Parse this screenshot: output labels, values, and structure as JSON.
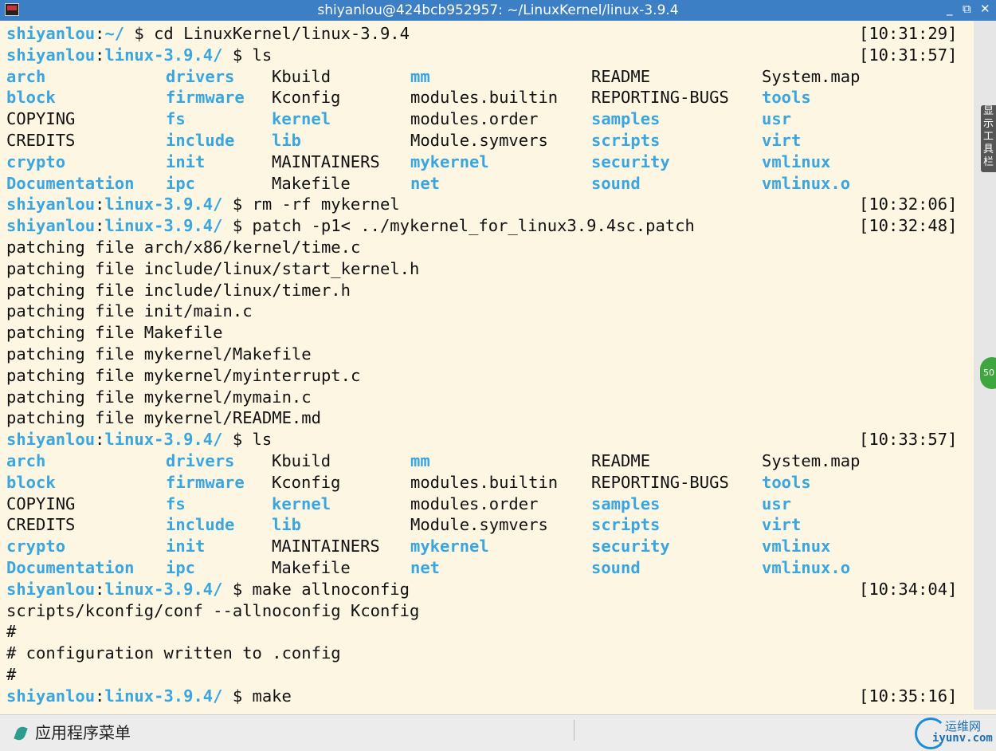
{
  "window": {
    "title": "shiyanlou@424bcb952957: ~/LinuxKernel/linux-3.9.4",
    "min_glyph": "_",
    "restore_glyph": "⧉",
    "close_glyph": "✕"
  },
  "terminal": {
    "prompt_user": "shiyanlou",
    "listing_cols": [
      [
        {
          "t": "arch",
          "d": true
        },
        {
          "t": "block",
          "d": true
        },
        {
          "t": "COPYING",
          "d": false
        },
        {
          "t": "CREDITS",
          "d": false
        },
        {
          "t": "crypto",
          "d": true
        },
        {
          "t": "Documentation",
          "d": true
        }
      ],
      [
        {
          "t": "drivers",
          "d": true
        },
        {
          "t": "firmware",
          "d": true
        },
        {
          "t": "fs",
          "d": true
        },
        {
          "t": "include",
          "d": true
        },
        {
          "t": "init",
          "d": true
        },
        {
          "t": "ipc",
          "d": true
        }
      ],
      [
        {
          "t": "Kbuild",
          "d": false
        },
        {
          "t": "Kconfig",
          "d": false
        },
        {
          "t": "kernel",
          "d": true
        },
        {
          "t": "lib",
          "d": true
        },
        {
          "t": "MAINTAINERS",
          "d": false
        },
        {
          "t": "Makefile",
          "d": false
        }
      ],
      [
        {
          "t": "mm",
          "d": true
        },
        {
          "t": "modules.builtin",
          "d": false
        },
        {
          "t": "modules.order",
          "d": false
        },
        {
          "t": "Module.symvers",
          "d": false
        },
        {
          "t": "mykernel",
          "d": true
        },
        {
          "t": "net",
          "d": true
        }
      ],
      [
        {
          "t": "README",
          "d": false
        },
        {
          "t": "REPORTING-BUGS",
          "d": false
        },
        {
          "t": "samples",
          "d": true
        },
        {
          "t": "scripts",
          "d": true
        },
        {
          "t": "security",
          "d": true
        },
        {
          "t": "sound",
          "d": true
        }
      ],
      [
        {
          "t": "System.map",
          "d": false
        },
        {
          "t": "tools",
          "d": true
        },
        {
          "t": "usr",
          "d": true
        },
        {
          "t": "virt",
          "d": true
        },
        {
          "t": "vmlinux",
          "d": true
        },
        {
          "t": "vmlinux.o",
          "d": true
        }
      ]
    ],
    "lines": [
      {
        "kind": "prompt",
        "path": "~/",
        "cmd": "cd LinuxKernel/linux-3.9.4",
        "time": "[10:31:29]"
      },
      {
        "kind": "prompt",
        "path": "linux-3.9.4/",
        "cmd": "ls",
        "time": "[10:31:57]"
      },
      {
        "kind": "listing"
      },
      {
        "kind": "prompt",
        "path": "linux-3.9.4/",
        "cmd": "rm -rf mykernel",
        "time": "[10:32:06]"
      },
      {
        "kind": "prompt",
        "path": "linux-3.9.4/",
        "cmd": "patch -p1< ../mykernel_for_linux3.9.4sc.patch",
        "time": "[10:32:48]"
      },
      {
        "kind": "out",
        "text": "patching file arch/x86/kernel/time.c"
      },
      {
        "kind": "out",
        "text": "patching file include/linux/start_kernel.h"
      },
      {
        "kind": "out",
        "text": "patching file include/linux/timer.h"
      },
      {
        "kind": "out",
        "text": "patching file init/main.c"
      },
      {
        "kind": "out",
        "text": "patching file Makefile"
      },
      {
        "kind": "out",
        "text": "patching file mykernel/Makefile"
      },
      {
        "kind": "out",
        "text": "patching file mykernel/myinterrupt.c"
      },
      {
        "kind": "out",
        "text": "patching file mykernel/mymain.c"
      },
      {
        "kind": "out",
        "text": "patching file mykernel/README.md"
      },
      {
        "kind": "prompt",
        "path": "linux-3.9.4/",
        "cmd": "ls",
        "time": "[10:33:57]"
      },
      {
        "kind": "listing"
      },
      {
        "kind": "prompt",
        "path": "linux-3.9.4/",
        "cmd": "make allnoconfig",
        "time": "[10:34:04]"
      },
      {
        "kind": "out",
        "text": "scripts/kconfig/conf --allnoconfig Kconfig"
      },
      {
        "kind": "out",
        "text": "#"
      },
      {
        "kind": "out",
        "text": "# configuration written to .config"
      },
      {
        "kind": "out",
        "text": "#"
      },
      {
        "kind": "prompt",
        "path": "linux-3.9.4/",
        "cmd": "make",
        "time": "[10:35:16]"
      }
    ]
  },
  "side_panel": {
    "label": "显示工具栏",
    "badge": "50"
  },
  "taskbar": {
    "app_menu": "应用程序菜单"
  },
  "watermark": {
    "line1": "运维网",
    "line2": "iyunv.com"
  }
}
